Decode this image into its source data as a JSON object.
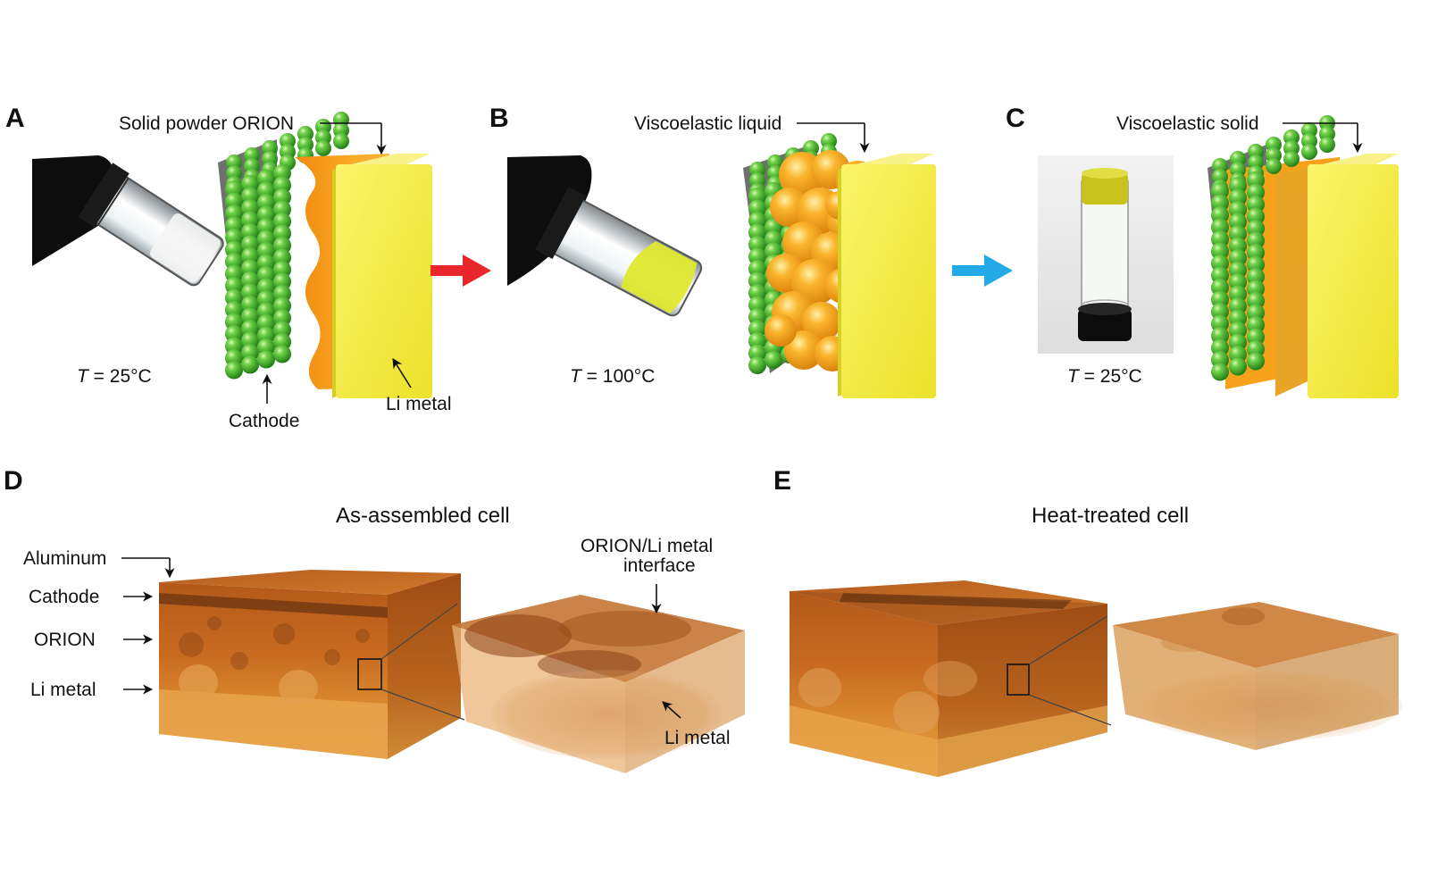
{
  "panels": {
    "a": {
      "letter": "A",
      "label_orion": "Solid powder ORION",
      "temp_var": "T",
      "temp_val": " = 25°C",
      "label_cathode": "Cathode",
      "label_li": "Li metal"
    },
    "b": {
      "letter": "B",
      "label": "Viscoelastic liquid",
      "temp_var": "T",
      "temp_val": " = 100°C"
    },
    "c": {
      "letter": "C",
      "label": "Viscoelastic solid",
      "temp_var": "T",
      "temp_val": " = 25°C"
    },
    "d": {
      "letter": "D",
      "title": "As-assembled cell",
      "label_aluminum": "Aluminum",
      "label_cathode": "Cathode",
      "label_orion": "ORION",
      "label_li": "Li metal",
      "label_interface_1": "ORION/Li metal",
      "label_interface_2": "interface",
      "label_li_zoom": "Li metal"
    },
    "e": {
      "letter": "E",
      "title": "Heat-treated cell"
    }
  },
  "colors": {
    "cathode_green": "#3fae2a",
    "orion_orange": "#f7a21b",
    "li_yellow": "#f3ec3a",
    "collector_gray": "#6e6e6e",
    "arrow_red": "#e8262c",
    "arrow_blue": "#22a9e6",
    "block_orange": "#c8701c"
  }
}
